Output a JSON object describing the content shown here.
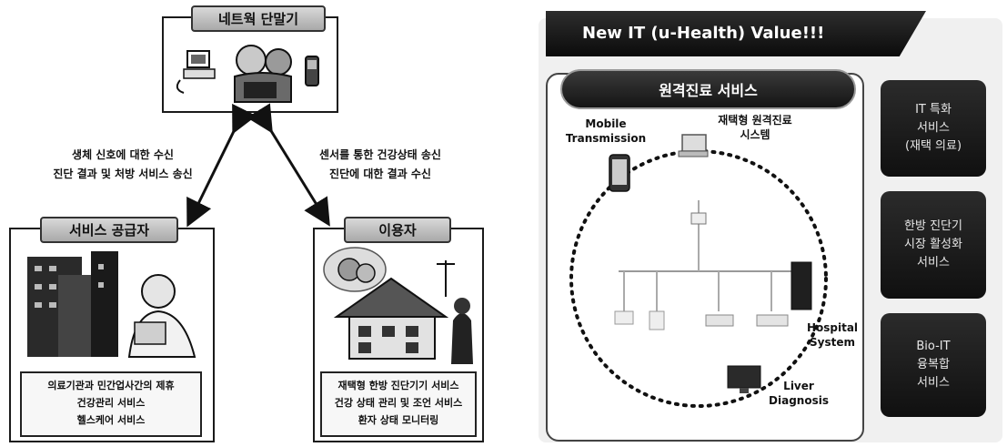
{
  "left": {
    "network_title": "네트웍 단말기",
    "provider_title": "서비스 공급자",
    "user_title": "이용자",
    "left_arrow_text": [
      "생체 신호에 대한 수신",
      "진단 결과 및 처방 서비스 송신"
    ],
    "right_arrow_text": [
      "센서를 통한 건강상태 송신",
      "진단에 대한 결과 수신"
    ],
    "provider_items": [
      "의료기관과 민간업사간의 제휴",
      "건강관리 서비스",
      "헬스케어 서비스"
    ],
    "user_items": [
      "재택형 한방 진단기기 서비스",
      "건강 상태 관리 및 조언 서비스",
      "환자 상태 모니터링"
    ]
  },
  "right": {
    "ribbon": "New IT (u-Health) Value!!!",
    "pill": "원격진료 서비스",
    "mobile_label": [
      "Mobile",
      "Transmission"
    ],
    "home_label": [
      "재택형 원격진료",
      "시스템"
    ],
    "hospital_label": [
      "Hospital",
      "System"
    ],
    "liver_label": [
      "Liver",
      "Diagnosis"
    ],
    "services": [
      [
        "IT 특화",
        "서비스",
        "(재택 의료)"
      ],
      [
        "한방 진단기",
        "시장 활성화",
        "서비스"
      ],
      [
        "Bio-IT",
        "융복합",
        "서비스"
      ]
    ]
  }
}
